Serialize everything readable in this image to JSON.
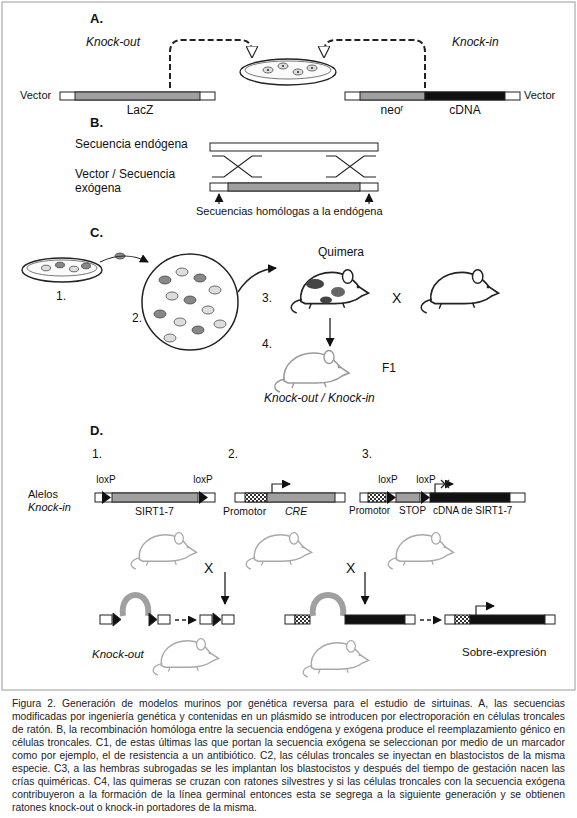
{
  "diagram": {
    "caption": "Figura 2. Generación de modelos murinos por genética reversa para el estudio de sirtuinas. A, las secuencias modificadas por ingeniería genética y contenidas en un plásmido se introducen por electroporación en células troncales de ratón. B, la recombinación homóloga entre la secuencia endógena y exógena produce el reemplazamiento génico en células troncales. C1, de estas últimas las que portan la secuencia exógena se seleccionan por medio de un marcador como por ejemplo, el de resistencia a un antibiótico. C2, las células troncales se inyectan en blastocistos de la misma especie. C3, a las hembras subrogadas se les implantan los blastocistos y después del tiempo de gestación nacen las crías quiméricas. C4, las quimeras se cruzan con ratones silvestres y si las células troncales con la secuencia exógena contribuyeron a la formación de la línea germinal entonces esta se segrega a la siguiente generación y se obtienen ratones knock-out o knock-in portadores de la misma.",
    "nodes": [
      {
        "text": [
          "LacZ"
        ]
      },
      {
        "text": [
          "neoʳ",
          "cDNA"
        ]
      },
      {
        "text": [
          "Secuencia endógena"
        ]
      },
      {
        "text": [
          "Vector / Secuencia exógena"
        ]
      },
      {
        "text": [
          "SIRT1-7"
        ]
      },
      {
        "text": [
          "Promotor",
          "CRE"
        ]
      },
      {
        "text": [
          "Promotor",
          "STOP",
          "cDNA de SIRT1-7"
        ]
      }
    ],
    "labels": [
      "A.",
      "Knock-out",
      "Knock-in",
      "Vector",
      "Vector",
      "B.",
      "Secuencias homólogas a la endógena",
      "C.",
      "1.",
      "2.",
      "3.",
      "Quimera",
      "X",
      "4.",
      "F1",
      "Knock-out / Knock-in",
      "D.",
      "1.",
      "2.",
      "3.",
      "Alelos",
      "Knock-in",
      "loxP",
      "loxP",
      "loxP",
      "loxP",
      "X",
      "X",
      "Knock-out",
      "Sobre-expresión"
    ]
  }
}
